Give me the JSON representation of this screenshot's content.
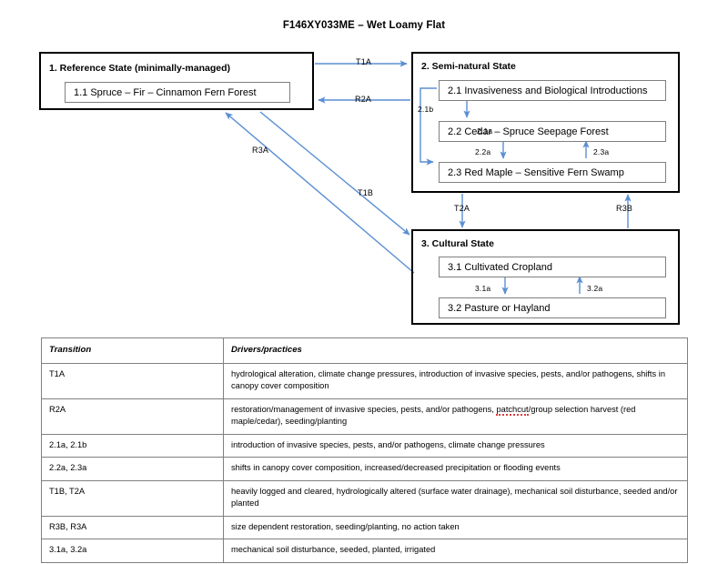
{
  "title": "F146XY033ME – Wet Loamy Flat",
  "colors": {
    "arrow": "#5b8fd4",
    "state_border": "#000000",
    "sub_border": "#7f7f7f",
    "table_border": "#808080",
    "spellcheck_underline": "#e03b3b",
    "background": "#ffffff"
  },
  "diagram": {
    "states": [
      {
        "id": "state-1",
        "title": "1.  Reference State (minimally-managed)",
        "phases": [
          {
            "id": "box-1-1",
            "label": "1.1  Spruce – Fir – Cinnamon Fern Forest"
          }
        ]
      },
      {
        "id": "state-2",
        "title": "2.  Semi-natural State",
        "phases": [
          {
            "id": "box-2-1",
            "label": "2.1  Invasiveness and Biological Introductions"
          },
          {
            "id": "box-2-2",
            "label": "2.2  Cedar – Spruce Seepage Forest"
          },
          {
            "id": "box-2-3",
            "label": "2.3  Red Maple – Sensitive Fern Swamp"
          }
        ]
      },
      {
        "id": "state-3",
        "title": "3.  Cultural State",
        "phases": [
          {
            "id": "box-3-1",
            "label": "3.1  Cultivated Cropland"
          },
          {
            "id": "box-3-2",
            "label": "3.2  Pasture or Hayland"
          }
        ]
      }
    ],
    "arrow_labels": {
      "t1a": "T1A",
      "r2a": "R2A",
      "r3a": "R3A",
      "t1b": "T1B",
      "t2a": "T2A",
      "r3b": "R3B",
      "p21b": "2.1b",
      "p21a": "2.1a",
      "p22a": "2.2a",
      "p23a": "2.3a",
      "p31a": "3.1a",
      "p32a": "3.2a"
    }
  },
  "table": {
    "headers": [
      "Transition",
      "Drivers/practices"
    ],
    "rows": [
      {
        "transition": "T1A",
        "drivers": "hydrological alteration, climate change pressures, introduction of invasive species, pests, and/or pathogens, shifts in canopy cover composition"
      },
      {
        "transition": "R2A",
        "drivers_pre": "restoration/management of invasive species, pests, and/or pathogens, ",
        "drivers_flagged": "patchcut",
        "drivers_post": "/group selection harvest (red maple/cedar), seeding/planting"
      },
      {
        "transition": "2.1a, 2.1b",
        "drivers": "introduction of invasive species, pests, and/or pathogens, climate change pressures"
      },
      {
        "transition": "2.2a, 2.3a",
        "drivers": "shifts in canopy cover composition, increased/decreased precipitation or flooding events"
      },
      {
        "transition": "T1B, T2A",
        "drivers": "heavily logged and cleared, hydrologically altered (surface water drainage), mechanical soil disturbance, seeded and/or planted"
      },
      {
        "transition": "R3B, R3A",
        "drivers": "size dependent restoration, seeding/planting, no action taken"
      },
      {
        "transition": "3.1a, 3.2a",
        "drivers": "mechanical soil disturbance, seeded, planted, irrigated"
      }
    ]
  }
}
